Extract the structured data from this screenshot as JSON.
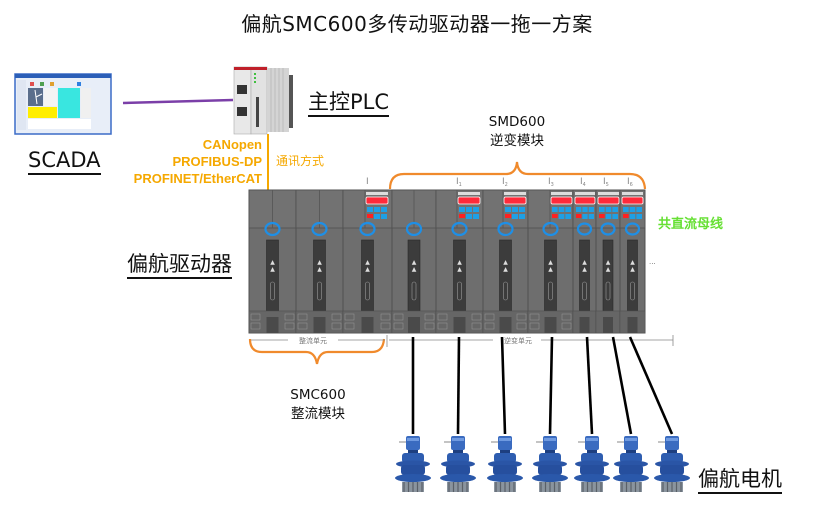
{
  "title": "偏航SMC600多传动驱动器一拖一方案",
  "scada": {
    "label": "SCADA"
  },
  "plc": {
    "label": "主控PLC"
  },
  "protocols": [
    "CANopen",
    "PROFIBUS-DP",
    "PROFINET/EtherCAT"
  ],
  "comm_label": "通讯方式",
  "inverter_group": {
    "line1": "SMD600",
    "line2": "逆变模块"
  },
  "rectifier_group": {
    "line1": "SMC600",
    "line2": "整流模块"
  },
  "drive_label": "偏航驱动器",
  "dc_bus_label": "共直流母线",
  "motor_label": "偏航电机",
  "rack": {
    "rectifier_unit_label": "整流单元",
    "inverter_unit_label": "逆变单元",
    "module_tags": [
      "I",
      "I1",
      "I2",
      "I3",
      "I4",
      "I5",
      "I6"
    ],
    "ellipsis": "···"
  },
  "motors_count": 7,
  "colors": {
    "link_purple": "#7b3fa8",
    "protocol_orange": "#f5a800",
    "brace_orange": "#f08a2c",
    "dc_bus_green": "#66e033",
    "module_gray": "#6e6e6e",
    "motor_blue": "#2a5aa8"
  }
}
